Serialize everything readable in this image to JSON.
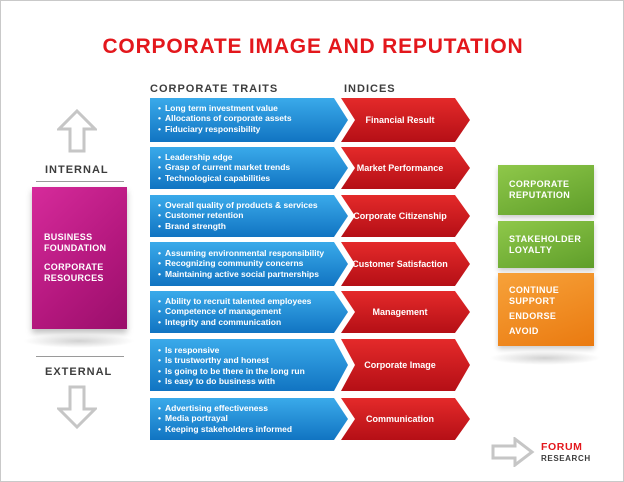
{
  "title": "CORPORATE IMAGE AND REPUTATION",
  "headers": {
    "traits": "CORPORATE TRAITS",
    "indices": "INDICES"
  },
  "side": {
    "internal": "INTERNAL",
    "external": "EXTERNAL",
    "foundation": [
      "BUSINESS",
      "FOUNDATION"
    ],
    "resources": [
      "CORPORATE",
      "RESOURCES"
    ]
  },
  "rows": [
    {
      "traits": [
        "Long term investment value",
        "Allocations of corporate assets",
        "Fiduciary responsibility"
      ],
      "index": "Financial Result"
    },
    {
      "traits": [
        "Leadership edge",
        "Grasp of current market trends",
        "Technological capabilities"
      ],
      "index": "Market Performance"
    },
    {
      "traits": [
        "Overall quality of products & services",
        "Customer retention",
        "Brand strength"
      ],
      "index": "Corporate Citizenship"
    },
    {
      "traits": [
        "Assuming environmental responsibility",
        "Recognizing community concerns",
        "Maintaining active social partnerships"
      ],
      "index": "Customer Satisfaction"
    },
    {
      "traits": [
        "Ability to recruit talented employees",
        "Competence of management",
        "Integrity and communication"
      ],
      "index": "Management"
    },
    {
      "traits": [
        "Is responsive",
        "Is trustworthy and honest",
        "Is going to be there in the long run",
        "Is easy to do business with"
      ],
      "index": "Corporate Image"
    },
    {
      "traits": [
        "Advertising effectiveness",
        "Media portrayal",
        "Keeping stakeholders informed"
      ],
      "index": "Communication"
    }
  ],
  "outcomes": {
    "reputation": [
      "CORPORATE",
      "REPUTATION"
    ],
    "loyalty": [
      "STAKEHOLDER",
      "LOYALTY"
    ],
    "actions": [
      "CONTINUE",
      "SUPPORT"
    ],
    "endorse": "ENDORSE",
    "avoid": "AVOID"
  },
  "brand": {
    "name": "FORUM",
    "sub": "RESEARCH"
  },
  "colors": {
    "title_red": "#e3171c",
    "trait_blue": "#1e8fd6",
    "index_red": "#d0161d",
    "foundation_magenta": "#b3177d",
    "green": "#76b33a",
    "orange": "#f28c1f"
  }
}
